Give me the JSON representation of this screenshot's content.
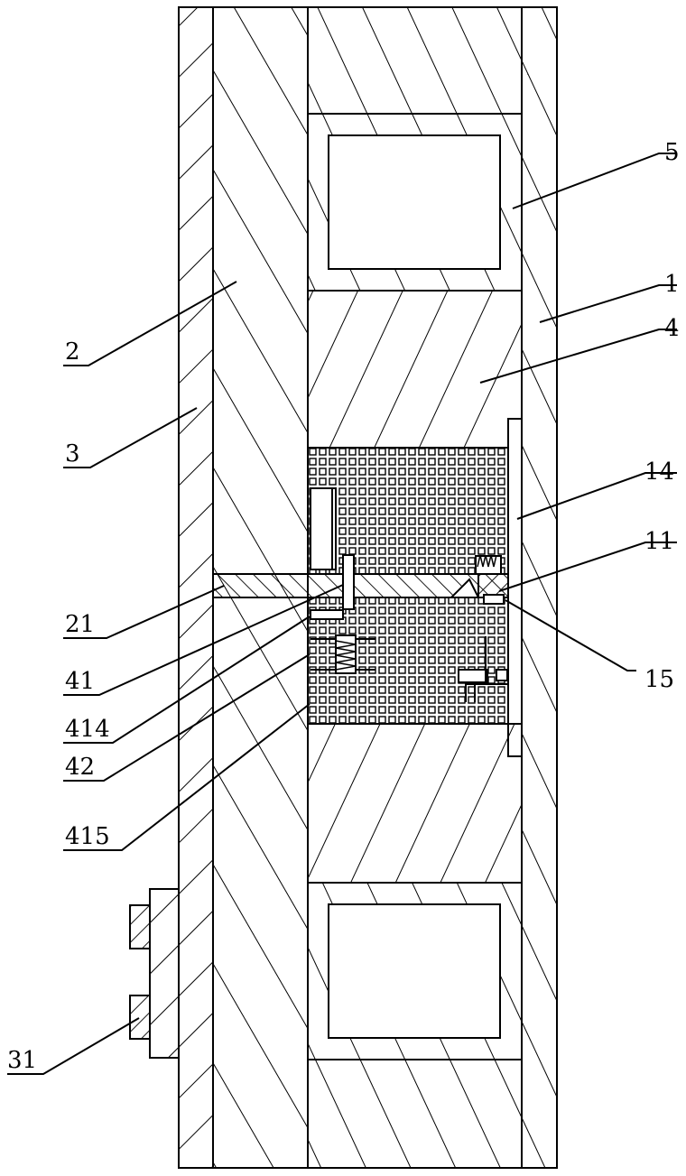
{
  "labels": {
    "l1": "1",
    "l2": "2",
    "l3": "3",
    "l4": "4",
    "l5": "5",
    "l11": "11",
    "l14": "14",
    "l15": "15",
    "l21": "21",
    "l31": "31",
    "l41": "41",
    "l42": "42",
    "l414": "414",
    "l415": "415"
  },
  "colors": {
    "line": "#000000",
    "background": "#ffffff"
  }
}
